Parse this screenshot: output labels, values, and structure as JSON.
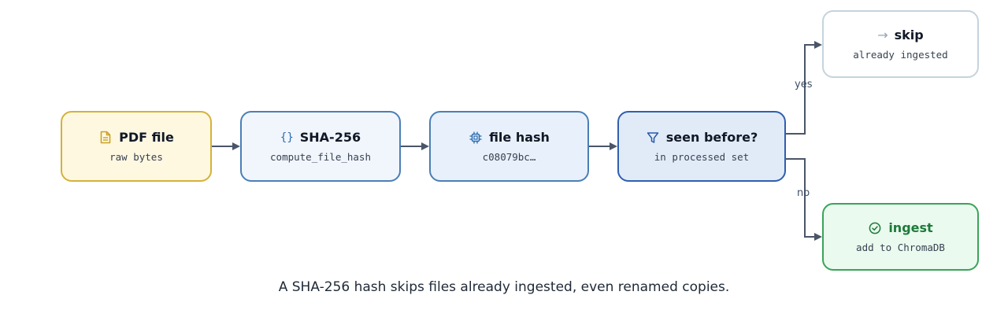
{
  "nodes": {
    "pdf": {
      "title": "PDF file",
      "sub": "raw bytes",
      "icon": "document-icon"
    },
    "sha": {
      "title": "SHA-256",
      "sub": "compute_file_hash",
      "icon": "braces-icon"
    },
    "hash": {
      "title": "file hash",
      "sub": "c08079bc…",
      "icon": "chip-icon"
    },
    "seen": {
      "title": "seen before?",
      "sub": "in processed set",
      "icon": "filter-icon"
    },
    "skip": {
      "title": "skip",
      "sub": "already ingested",
      "icon": "arrow-right-icon"
    },
    "ingest": {
      "title": "ingest",
      "sub": "add to ChromaDB",
      "icon": "check-circle-icon"
    }
  },
  "edges": {
    "yes_label": "yes",
    "no_label": "no"
  },
  "caption": "A SHA-256 hash skips files already ingested, even renamed copies.",
  "colors": {
    "edge": "#4a5568",
    "pdf_border": "#d4b23a",
    "pdf_fill": "#fef8e1",
    "blue_border": "#4a7fb5",
    "decision_border": "#2f5fae",
    "skip_border": "#c5d3de",
    "ingest_border": "#3aa35a",
    "ingest_fill": "#eafaee",
    "ingest_text": "#1d7a3a"
  }
}
